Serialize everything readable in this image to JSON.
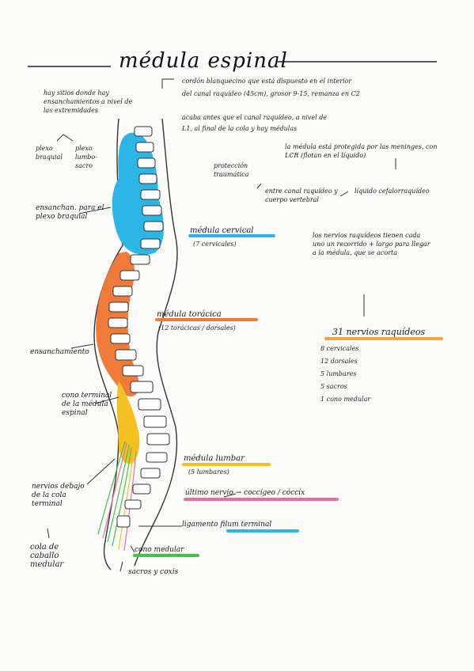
{
  "title": "médula espinal",
  "intro": {
    "line1": "cordón blanquecino que está dispuesto en el interior",
    "line2": "del canal raquídeo (45cm), grosor 9-15, remanza en C2",
    "line3": "acaba antes que el canal raquídeo, a nivel de",
    "line4": "L1, al final de la cola y hay médulas"
  },
  "left_notes": {
    "engros_note": "hay sitios donde hay ensanchamientos a nivel de las extremidades",
    "plexo_braquial": "plexo braquial",
    "plexo_lumbosacro": "plexo lumbo-sacro",
    "ensanch_braquial": "ensanchan. para el plexo braquial",
    "ensanchamiento": "ensanchamiento",
    "cono_terminal": "cono terminal de la médula espinal",
    "nervios_debajo": "nervios debajo de la cola terminal",
    "cola_caballo": "cola de caballo medular"
  },
  "right_notes": {
    "meninges": "la médula está protegida por las meninges, con LCR (flotan en el líquido)",
    "proteccion": "protección traumática",
    "entre": "entre canal raquídeo y cuerpo vertebral",
    "liquido": "líquido cefalorraquídeo",
    "nervios_note": "los nervios raquídeos tienen cada uno un recorrido + largo para llegar a la médula, que se acorta"
  },
  "regions": {
    "cervical": {
      "label": "médula cervical",
      "sub": "(7 cervicales)",
      "color": "#2bb6e6"
    },
    "toracica": {
      "label": "médula torácica",
      "sub": "(12 torácicas / dorsales)",
      "color": "#f07a3a"
    },
    "lumbar": {
      "label": "médula lumbar",
      "sub": "(5 lumbares)",
      "color": "#f5c022"
    },
    "ultimo": {
      "label": "último nervio → coccígeo / cóccix",
      "color": "#e96fa0"
    },
    "filum": {
      "label": "ligamento filum terminal",
      "color": "#2bb6e6"
    },
    "cono": {
      "label": "cono medular",
      "color": "#44c24a"
    },
    "sacros": {
      "label": "sacros y coxis"
    }
  },
  "nervios": {
    "title": "31 nervios raquídeos",
    "color": "#f5a23f",
    "items": [
      "8 cervicales",
      "12 dorsales",
      "5 lumbares",
      "5 sacros",
      "1 cono medular"
    ]
  }
}
